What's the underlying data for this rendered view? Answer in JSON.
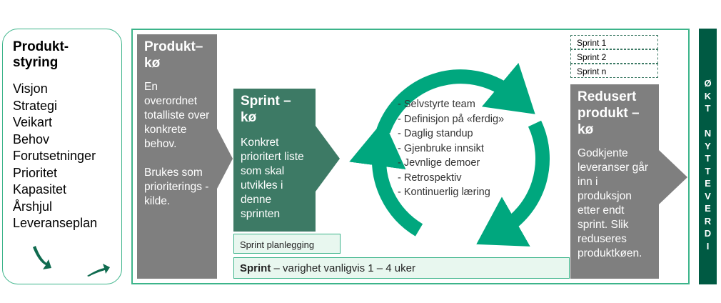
{
  "produktstyring": {
    "title": "Produkt-\nstyring",
    "title_line1": "Produkt-",
    "title_line2": "styring",
    "items": [
      "Visjon",
      "Strategi",
      "Veikart",
      "Behov",
      "Forutsetninger",
      "Prioritet",
      "Kapasitet",
      "Årshjul",
      "Leveranseplan"
    ]
  },
  "produktko": {
    "title_line1": "Produkt–",
    "title_line2": "kø",
    "text1": "En overordnet totalliste over konkrete behov.",
    "text2": "Brukes som prioriterings -kilde."
  },
  "sprintko": {
    "title": "Sprint – kø",
    "text": "Konkret prioritert liste som skal utvikles i denne sprinten"
  },
  "practices": [
    "Selvstyrte team",
    "Definisjon på «ferdig»",
    "Daglig standup",
    "Gjenbruke innsikt",
    "Jevnlige demoer",
    "Retrospektiv",
    "Kontinuerlig læring"
  ],
  "sprint_planning": "Sprint planlegging",
  "sprint_bar": {
    "label": "Sprint",
    "text": " – varighet vanligvis  1 – 4 uker"
  },
  "sprints": [
    "Sprint 1",
    "Sprint 2",
    "Sprint n"
  ],
  "redusert": {
    "title": "Redusert produkt – kø",
    "text": "Godkjente leveranser går inn i produksjon etter endt sprint. Slik reduseres produktkøen."
  },
  "okt_nytteverdi": [
    "Ø",
    "K",
    "T",
    "",
    "N",
    "Y",
    "T",
    "T",
    "E",
    "V",
    "E",
    "R",
    "D",
    "I"
  ],
  "colors": {
    "green": "#00a77e",
    "dark_green": "#005a43",
    "sprint_green": "#3d7a65",
    "grey": "#7f7f7f"
  }
}
